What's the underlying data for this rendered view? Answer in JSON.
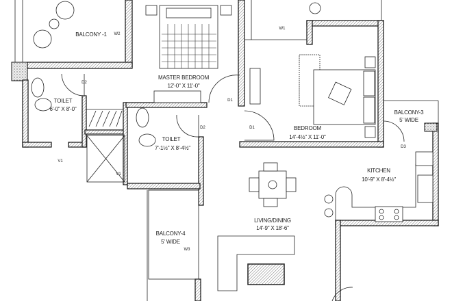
{
  "rooms": {
    "balcony1": {
      "name": "BALCONY -1",
      "window_tag": "W2"
    },
    "master_bedroom": {
      "name": "MASTER BEDROOM",
      "size": "12'-0\" X 11'-0\""
    },
    "toilet1": {
      "name": "TOILET",
      "size": "6'-0\" X 8'-0\"",
      "door_tag": "D2",
      "window_tag": "V1"
    },
    "toilet2": {
      "name": "TOILET",
      "size": "7'-1½\" X 8'-4½\"",
      "door_tag": "D2",
      "window_tag": "V1"
    },
    "bedroom": {
      "name": "BEDROOM",
      "size": "14'-4½\" X 11'-0\"",
      "door_tag": "D1",
      "window_tag": "W1"
    },
    "balcony3": {
      "name": "BALCONY-3",
      "size": "5' WIDE",
      "door_tag": "D3"
    },
    "kitchen": {
      "name": "KITCHEN",
      "size": "10'-9\" X 8'-4½\""
    },
    "living": {
      "name": "LIVING/DINING",
      "size": "14'-9\" X 18'-6\""
    },
    "balcony4": {
      "name": "BALCONY-4",
      "size": "5' WIDE",
      "window_tag": "W3"
    },
    "master_door_tag": "D1"
  },
  "colors": {
    "line": "#111111",
    "background": "#ffffff"
  }
}
